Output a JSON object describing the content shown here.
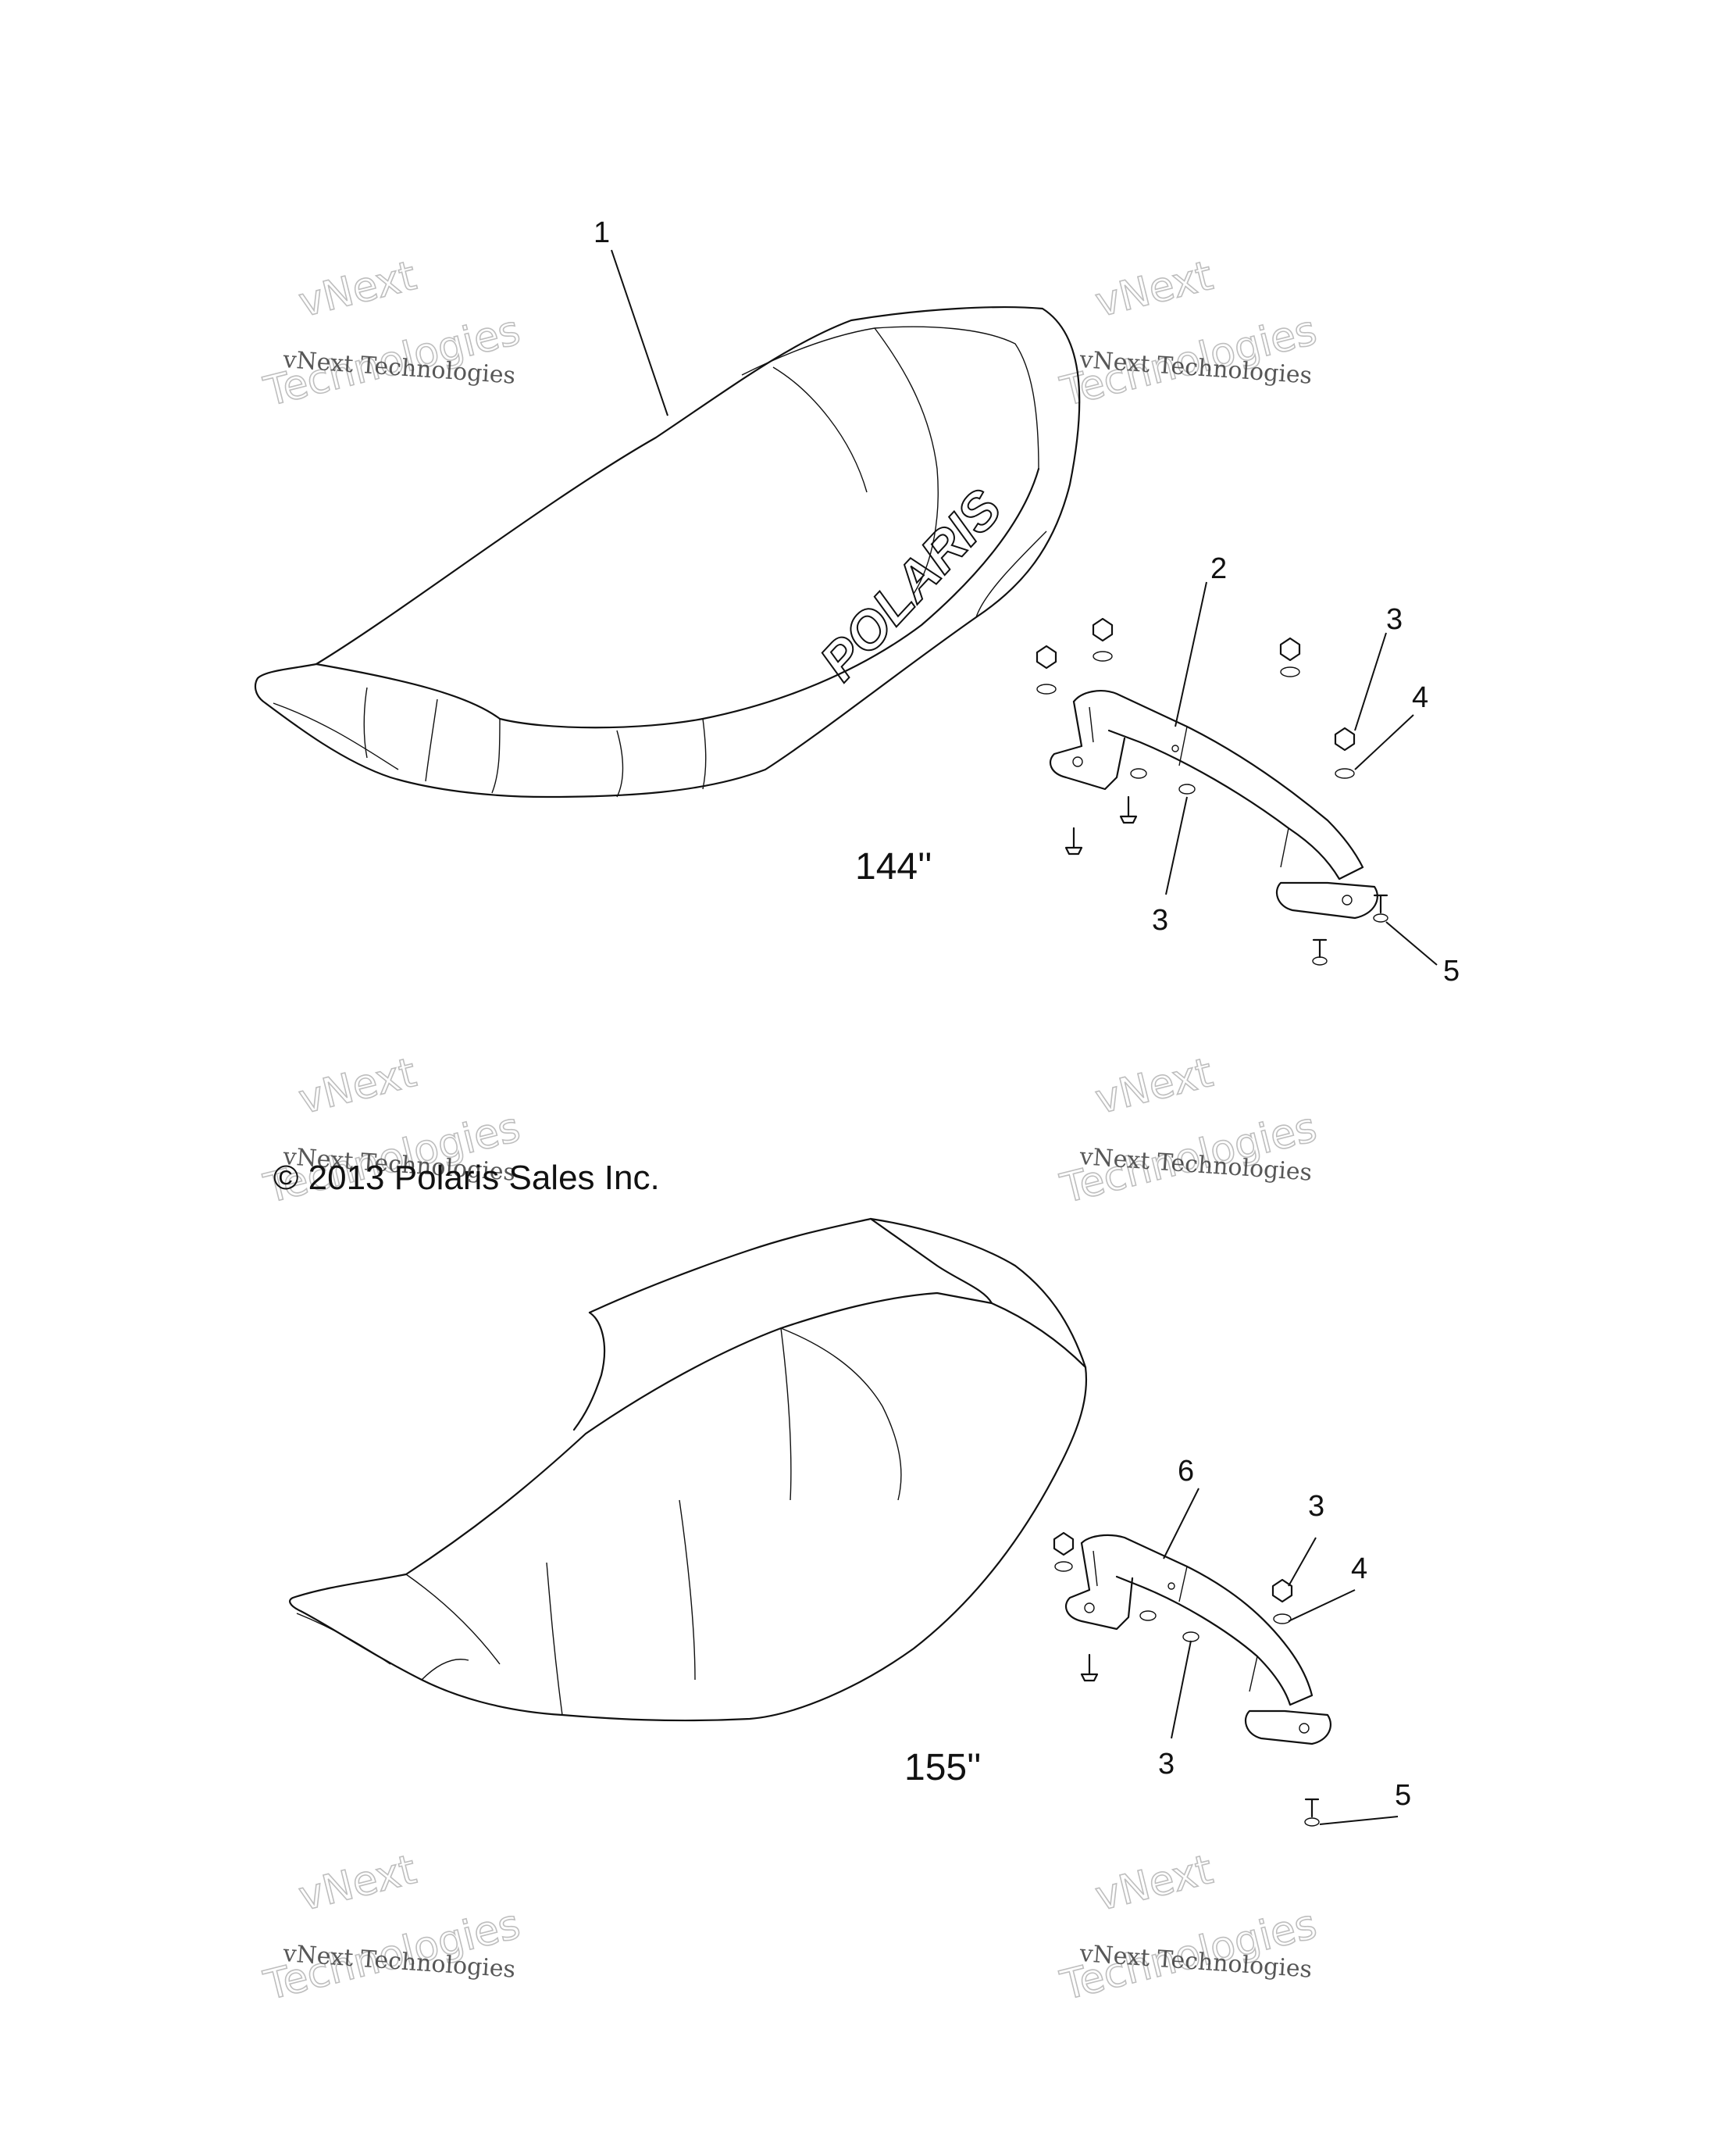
{
  "copyright": "© 2013 Polaris Sales Inc.",
  "seat_logo": "POLARIS",
  "size_labels": {
    "upper": "144''",
    "lower": "155''"
  },
  "watermark": {
    "line1": "vNext",
    "line2": "vNext Technologies",
    "line3": "Technologies"
  },
  "callouts": {
    "upper": [
      "1",
      "2",
      "3",
      "4",
      "3",
      "5"
    ],
    "lower": [
      "6",
      "3",
      "4",
      "3",
      "5"
    ]
  }
}
